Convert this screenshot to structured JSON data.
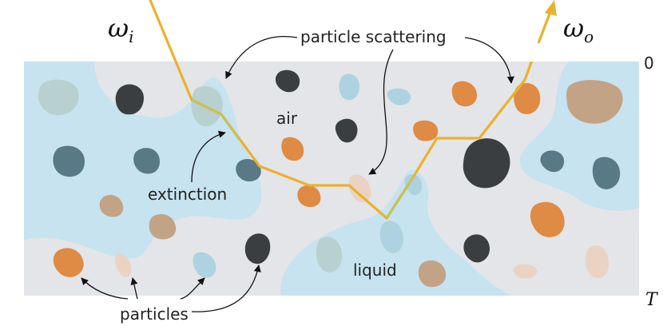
{
  "labels": {
    "omega_in": "ω",
    "omega_in_sub": "i",
    "omega_out": "ω",
    "omega_out_sub": "o",
    "particle_scattering": "particle scattering",
    "air": "air",
    "extinction": "extinction",
    "liquid": "liquid",
    "particles": "particles",
    "depth_top": "0",
    "depth_bottom": "T"
  },
  "colors": {
    "air": "#e3e5e8",
    "liquid": "#c6e3ef",
    "ray": "#eab22c",
    "ray_in_liquid": "#c9c05a",
    "particle_dark": "#3b3e41",
    "particle_teal": "#587985",
    "particle_orange": "#df8a45",
    "particle_tan": "#c3a385",
    "particle_blush": "#ead3c3",
    "particle_pale_blue": "#aed2e0",
    "particle_pale_grey": "#b8d0d0"
  },
  "icons": {
    "ray_arrow": "arrow-head-icon",
    "callout": "curved-arrow-icon"
  }
}
